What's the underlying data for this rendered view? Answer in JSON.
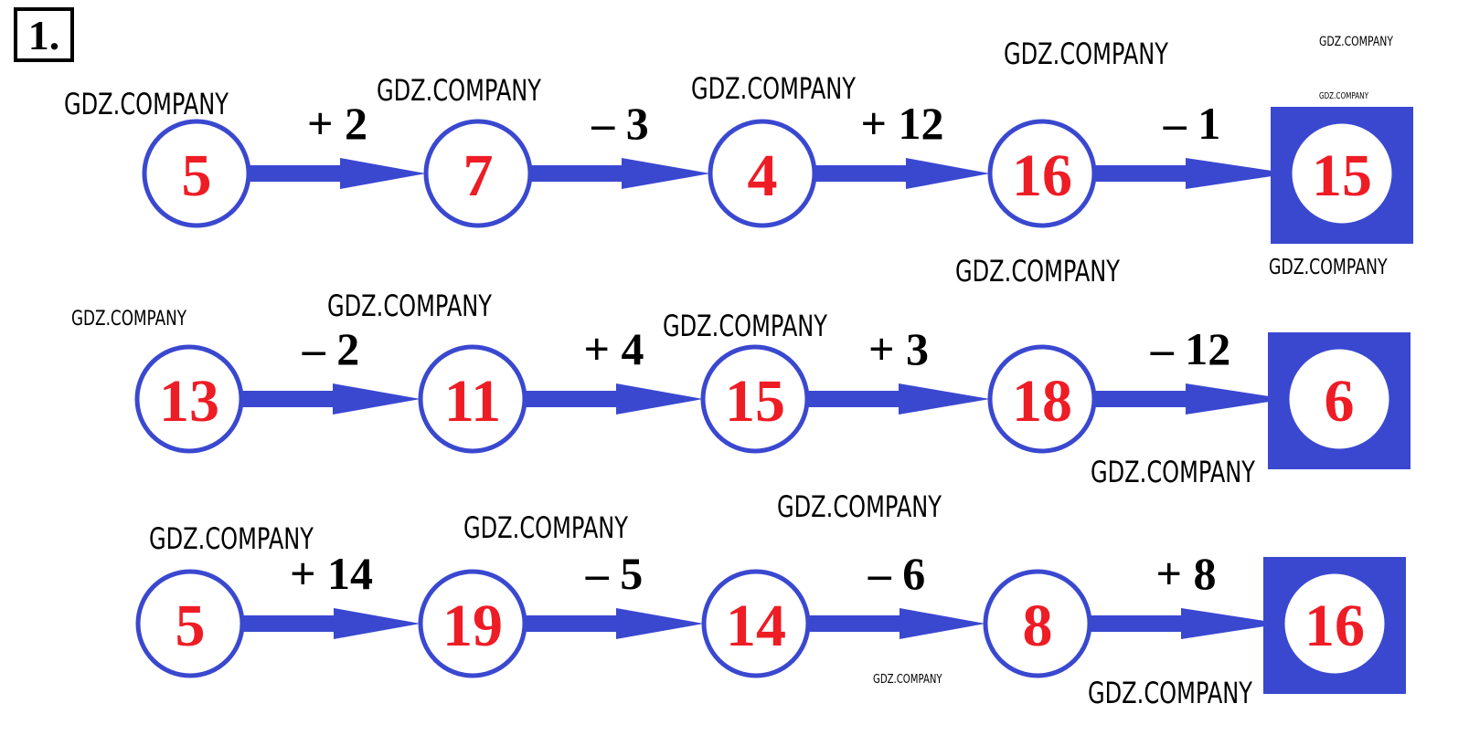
{
  "task_number": "1.",
  "colors": {
    "arrow": "#3a48d0",
    "number": "#ee1c25",
    "op": "#000000"
  },
  "chains": [
    {
      "nodes": [
        "5",
        "7",
        "4",
        "16",
        "15"
      ],
      "ops": [
        "+ 2",
        "– 3",
        "+ 12",
        "– 1"
      ]
    },
    {
      "nodes": [
        "13",
        "11",
        "15",
        "18",
        "6"
      ],
      "ops": [
        "– 2",
        "+ 4",
        "+ 3",
        "– 12"
      ]
    },
    {
      "nodes": [
        "5",
        "19",
        "14",
        "8",
        "16"
      ],
      "ops": [
        "+ 14",
        "– 5",
        "– 6",
        "+ 8"
      ]
    }
  ],
  "watermark": "GDZ.COMPANY"
}
